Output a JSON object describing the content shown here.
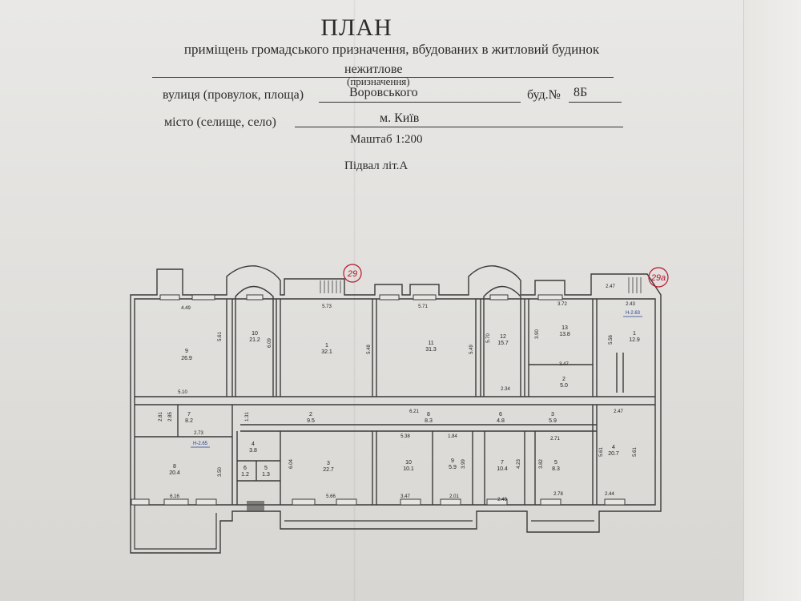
{
  "header": {
    "title": "ПЛАН",
    "subtitle": "приміщень громадського призначення, вбудованих в житловий будинок",
    "purpose_value": "нежитлове",
    "purpose_caption": "(призначення)",
    "street_label": "вулиця (провулок, площа)",
    "street_value": "Воровського",
    "building_label": "буд.№",
    "building_value": "8Б",
    "city_label": "місто (селище, село)",
    "city_value": "м. Київ",
    "scale": "Маштаб 1:200",
    "floor": "Підвал   літ.А"
  },
  "stamps": [
    "29",
    "29а"
  ],
  "colors": {
    "ink": "#2a2a2a",
    "stamp": "#b8142a",
    "marker": "#1f3f8f"
  },
  "level_marks": [
    "Н-2.65",
    "Н-2.63"
  ],
  "rooms": [
    {
      "num": "9",
      "area": "26.9"
    },
    {
      "num": "10",
      "area": "21.2"
    },
    {
      "num": "1",
      "area": "32.1"
    },
    {
      "num": "11",
      "area": "31.3"
    },
    {
      "num": "12",
      "area": "15.7"
    },
    {
      "num": "13",
      "area": "13.8"
    },
    {
      "num": "1",
      "area": "12.9"
    },
    {
      "num": "2",
      "area": "5.0"
    },
    {
      "num": "7",
      "area": "8.2"
    },
    {
      "num": "2",
      "area": "9.5"
    },
    {
      "num": "8",
      "area": "8.3"
    },
    {
      "num": "6",
      "area": "4.8"
    },
    {
      "num": "3",
      "area": "5.9"
    },
    {
      "num": "8",
      "area": "20.4"
    },
    {
      "num": "4",
      "area": "3.8"
    },
    {
      "num": "6",
      "area": "1.2"
    },
    {
      "num": "5",
      "area": "1.3"
    },
    {
      "num": "3",
      "area": "22.7"
    },
    {
      "num": "10",
      "area": "10.1"
    },
    {
      "num": "9",
      "area": "5.9"
    },
    {
      "num": "7",
      "area": "10.4"
    },
    {
      "num": "5",
      "area": "8.3"
    },
    {
      "num": "4",
      "area": "20.7"
    }
  ],
  "dimensions": [
    "4.49",
    "5.61",
    "6.09",
    "5.73",
    "5.48",
    "5.71",
    "5.49",
    "5.70",
    "3.72",
    "3.90",
    "2.43",
    "5.56",
    "3.47",
    "2.47",
    "5.10",
    "2.81",
    "2.85",
    "2.73",
    "1.31",
    "5.38",
    "1.84",
    "6.21",
    "2.34",
    "2.71",
    "3.50",
    "6.16",
    "6.04",
    "5.66",
    "3.47",
    "3.99",
    "2.01",
    "2.49",
    "4.23",
    "3.82",
    "2.78",
    "5.61",
    "5.61",
    "2.44",
    "2.47"
  ]
}
